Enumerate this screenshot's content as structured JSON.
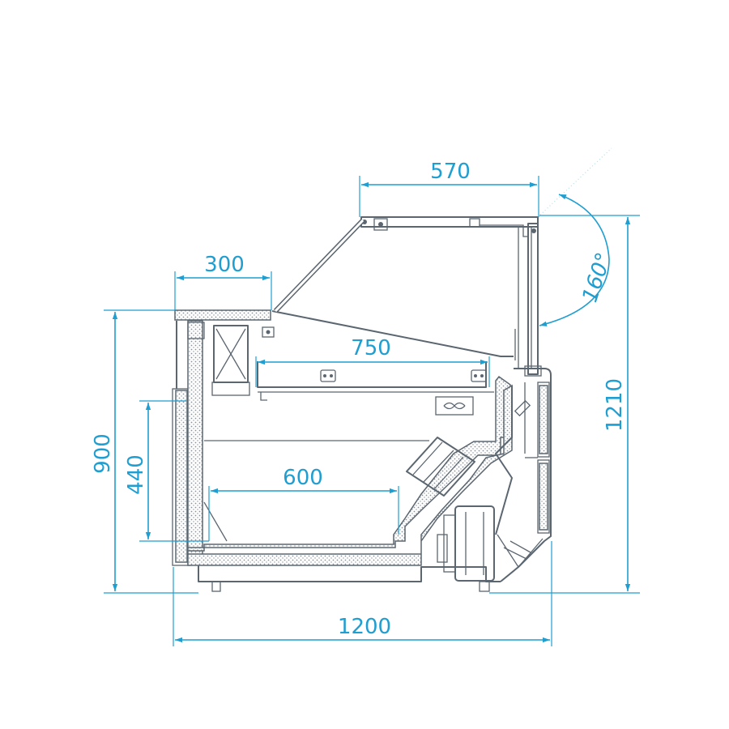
{
  "dimensions": {
    "top_depth": "570",
    "shelf_depth": "300",
    "display_depth": "750",
    "well_depth": "600",
    "total_height": "900",
    "storage_height": "440",
    "overall_height": "1210",
    "overall_width": "1200",
    "glass_angle": "160°"
  },
  "colors": {
    "outline": "#5b6670",
    "dimension": "#1f9ed1"
  }
}
